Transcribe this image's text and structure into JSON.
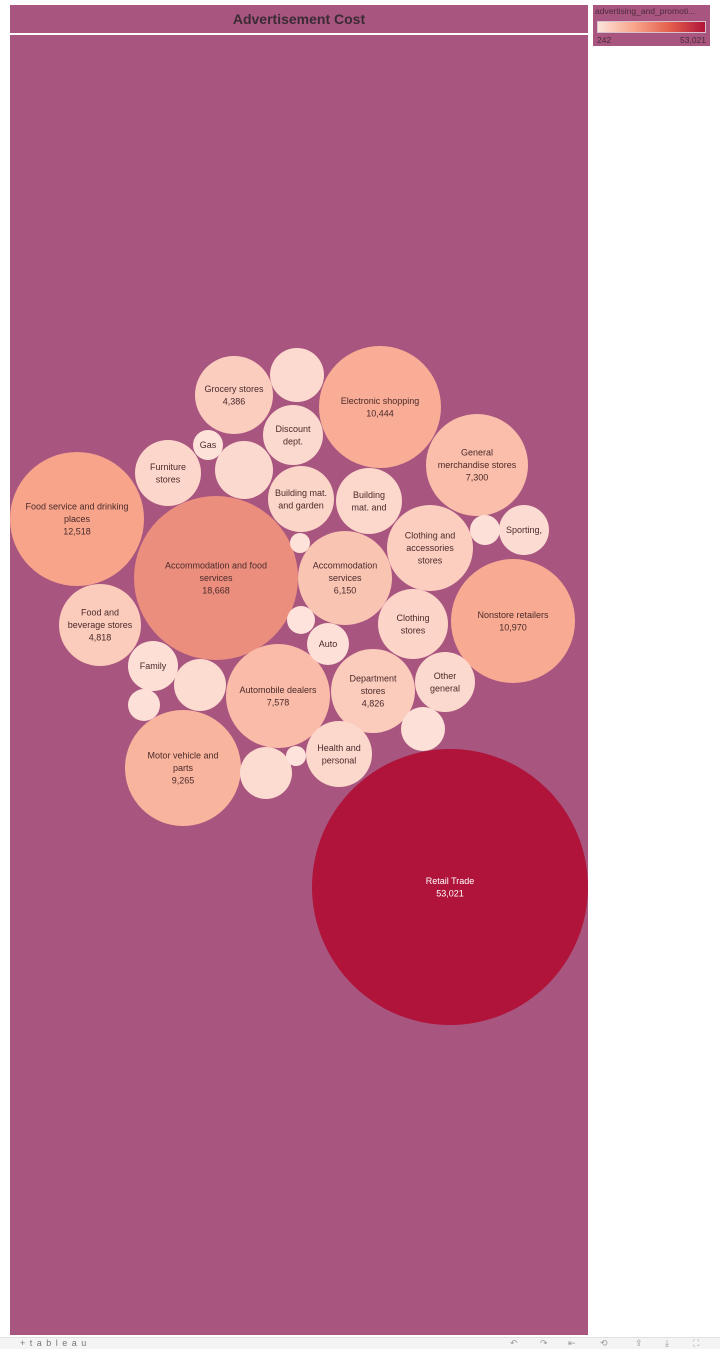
{
  "title": "Advertisement Cost",
  "legend": {
    "title": "advertising_and_promoti...",
    "min_label": "242",
    "max_label": "53,021",
    "color_low": "#fde3db",
    "color_high": "#b0143a"
  },
  "footer": {
    "logo": "+ t a b l e a u"
  },
  "chart_data": {
    "type": "bubble",
    "title": "Advertisement Cost",
    "color_range": [
      242,
      53021
    ],
    "bubbles": [
      {
        "label": [
          "Retail Trade"
        ],
        "value": 53021,
        "value_label": "53,021"
      },
      {
        "label": [
          "Accommodation and food",
          "services"
        ],
        "value": 18668,
        "value_label": "18,668"
      },
      {
        "label": [
          "Food service and drinking",
          "places"
        ],
        "value": 12518,
        "value_label": "12,518"
      },
      {
        "label": [
          "Nonstore retailers"
        ],
        "value": 10970,
        "value_label": "10,970"
      },
      {
        "label": [
          "Electronic shopping"
        ],
        "value": 10444,
        "value_label": "10,444"
      },
      {
        "label": [
          "Motor vehicle and",
          "parts"
        ],
        "value": 9265,
        "value_label": "9,265"
      },
      {
        "label": [
          "Automobile dealers"
        ],
        "value": 7578,
        "value_label": "7,578"
      },
      {
        "label": [
          "General",
          "merchandise stores"
        ],
        "value": 7300,
        "value_label": "7,300"
      },
      {
        "label": [
          "Accommodation",
          "services"
        ],
        "value": 6150,
        "value_label": "6,150"
      },
      {
        "label": [
          "Food and",
          "beverage stores"
        ],
        "value": 4818,
        "value_label": "4,818"
      },
      {
        "label": [
          "Department",
          "stores"
        ],
        "value": 4826,
        "value_label": "4,826"
      },
      {
        "label": [
          "Grocery stores"
        ],
        "value": 4386,
        "value_label": "4,386"
      },
      {
        "label": [
          "Clothing and",
          "accessories",
          "stores"
        ],
        "value": 4200
      },
      {
        "label": [
          "Clothing",
          "stores"
        ],
        "value": 3100
      },
      {
        "label": [
          "Building mat.",
          "and garden"
        ],
        "value": 2900
      },
      {
        "label": [
          "Building",
          "mat. and"
        ],
        "value": 2600
      },
      {
        "label": [
          "Furniture",
          "stores"
        ],
        "value": 2800
      },
      {
        "label": [
          "Other",
          "general"
        ],
        "value": 2100
      },
      {
        "label": [
          "Health and",
          "personal"
        ],
        "value": 2500
      },
      {
        "label": [
          "Discount",
          "dept."
        ],
        "value": 2200
      },
      {
        "label": [
          "Sporting,"
        ],
        "value": 1500
      },
      {
        "label": [
          "Family"
        ],
        "value": 1000
      },
      {
        "label": [
          "Auto"
        ],
        "value": 900
      },
      {
        "label": [
          "Gas"
        ],
        "value": 400
      },
      {
        "label": [],
        "value": 2200
      },
      {
        "label": [],
        "value": 2000
      },
      {
        "label": [],
        "value": 1700
      },
      {
        "label": [],
        "value": 1800
      },
      {
        "label": [],
        "value": 900
      },
      {
        "label": [],
        "value": 800
      },
      {
        "label": [],
        "value": 600
      },
      {
        "label": [],
        "value": 350
      },
      {
        "label": [],
        "value": 300
      },
      {
        "label": [],
        "value": 242
      }
    ]
  }
}
